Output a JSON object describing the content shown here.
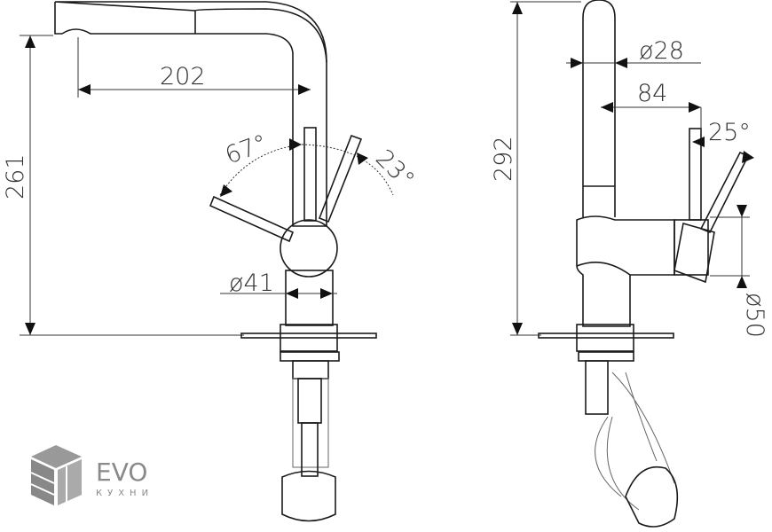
{
  "front_view": {
    "reach": "202",
    "height": "261",
    "lever_angle_left": "67°",
    "lever_angle_right": "23°",
    "body_diameter": "ø41"
  },
  "side_view": {
    "height": "292",
    "spout_diameter": "ø28",
    "lever_offset": "84",
    "lever_angle": "25°",
    "body_diameter": "ø50"
  },
  "logo": {
    "brand": "EVO",
    "subtitle": "КУХНИ"
  },
  "colors": {
    "line": "#1a1a1a",
    "logo": "#8a8a8a"
  }
}
